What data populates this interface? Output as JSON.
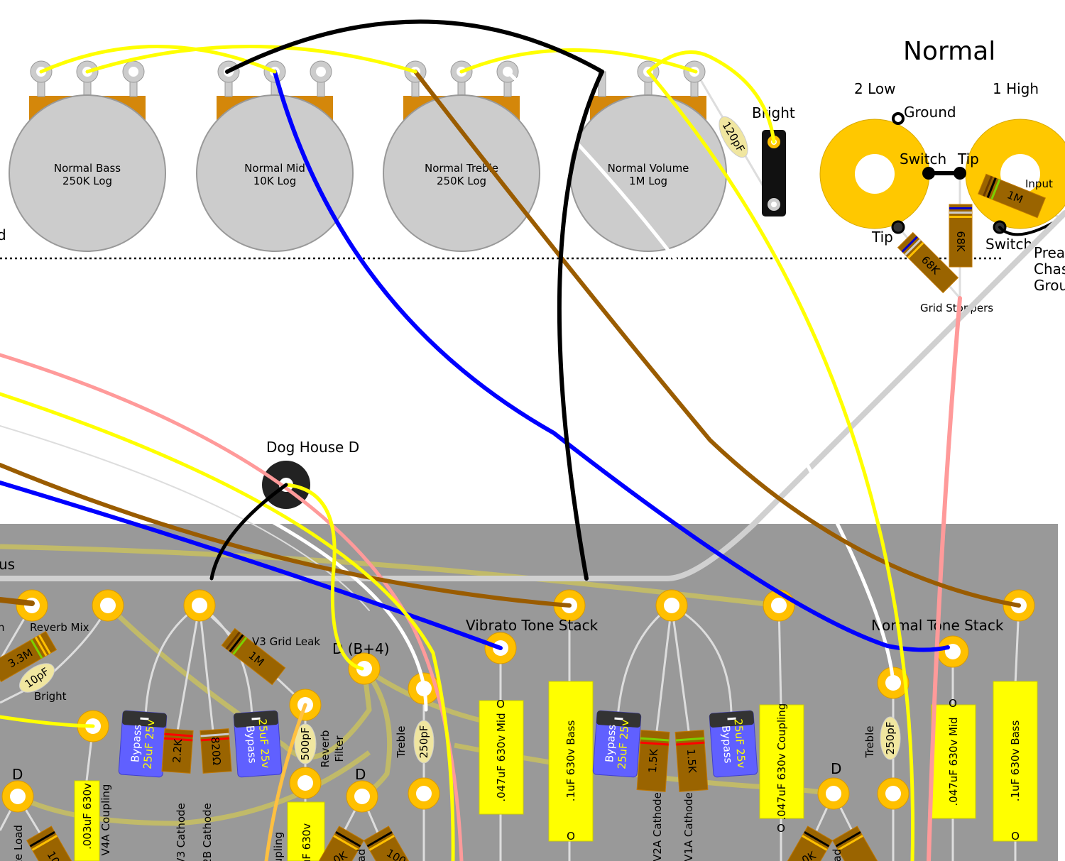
{
  "title": "Normal",
  "pots": [
    {
      "name": "Normal Bass",
      "value": "250K Log"
    },
    {
      "name": "Normal Mid",
      "value": "10K Log"
    },
    {
      "name": "Normal Treble",
      "value": "250K Log"
    },
    {
      "name": "Normal Volume",
      "value": "1M Log"
    }
  ],
  "bright_switch": {
    "label": "Bright",
    "cap": "120pF"
  },
  "jacks": {
    "low": "2 Low",
    "high": "1 High",
    "ground": "Ground",
    "switch_left": "Switch",
    "tip_top": "Tip",
    "tip_left": "Tip",
    "switch_right": "Switch",
    "input": "Input",
    "input_resistor": "1M",
    "stopper_1": "68K",
    "stopper_2": "68K",
    "grid_stoppers": "Grid Stoppers",
    "preamp_ground": [
      "Prea",
      "Chas",
      "Grou"
    ]
  },
  "left_edge": {
    "top": "d",
    "bus": "us",
    "row": "n"
  },
  "dog_house": "Dog House D",
  "board": {
    "reverb_mix": "Reverb Mix",
    "r_3m3": "3.3M",
    "c_10pf": "10pF",
    "bright": "Bright",
    "v3_grid_leak": "V3 Grid Leak",
    "r_1m": "1M",
    "d_b4": "D (B+4)",
    "vibrato_tone_stack": "Vibrato Tone Stack",
    "normal_tone_stack": "Normal Tone Stack",
    "c_500pf": "500pF",
    "reverb_filter": [
      "Reverb",
      "Filter"
    ],
    "treble_left": "Treble",
    "c_250pf_left": "250pF",
    "treble_right": "Treble",
    "c_250pf_right": "250pF",
    "d_left": "D",
    "d_mid": "D",
    "d_right": "D",
    "bypass_caps": [
      {
        "label": "Bypass",
        "value": "25uF  25v"
      },
      {
        "label": "Bypass",
        "value": "25uF  25v"
      },
      {
        "label": "Bypass",
        "value": "25uF  25v"
      },
      {
        "label": "Bypass",
        "value": "25uF  25v"
      }
    ],
    "r_2k2": "2.2K",
    "r_820": "820Ω",
    "r_1k5_a": "1.5K",
    "r_1k5_b": "1.5K",
    "v3_cathode": "V3 Cathode",
    "v2b_cathode": "2B Cathode",
    "v2a_cathode": "V2A Cathode",
    "v1a_cathode": "V1A Cathode",
    "vib_mid": ".047uF  630v  Mid",
    "vib_bass": ".1uF  630v  Bass",
    "coupling": ".047uF  630v  Coupling",
    "norm_mid": ".047uF  630v  Mid",
    "norm_bass": ".1uF  630v  Bass",
    "v4a_cap": ".003uF  630v",
    "v4a_coupling": "V4A Coupling",
    "partial_cap": "uF  630v",
    "partial_coupling": "upling",
    "plate_load": "te Load",
    "load_mid": "ad",
    "r_100k_a": "100",
    "r_100k_b": "100",
    "r_k_a": "0K",
    "r_k_b": "0K",
    "polarity": "O"
  },
  "colors": {
    "board": "#999999",
    "eyelet": "#ffc000",
    "pot": "#cccccc",
    "pot_bracket": "#d4870a",
    "cap_yellow": "#ffff00",
    "electrolytic": "#6060ff",
    "resistor": "#9a6400",
    "wire_yellow": "#ffff00",
    "wire_black": "#000000",
    "wire_blue": "#0000ff",
    "wire_brown": "#9a5c00",
    "wire_white": "#ffffff",
    "wire_pink": "#ff9a9a",
    "ground_bus": "#d0d0d0",
    "trace": "#c8c060",
    "jack": "#ffc800"
  }
}
